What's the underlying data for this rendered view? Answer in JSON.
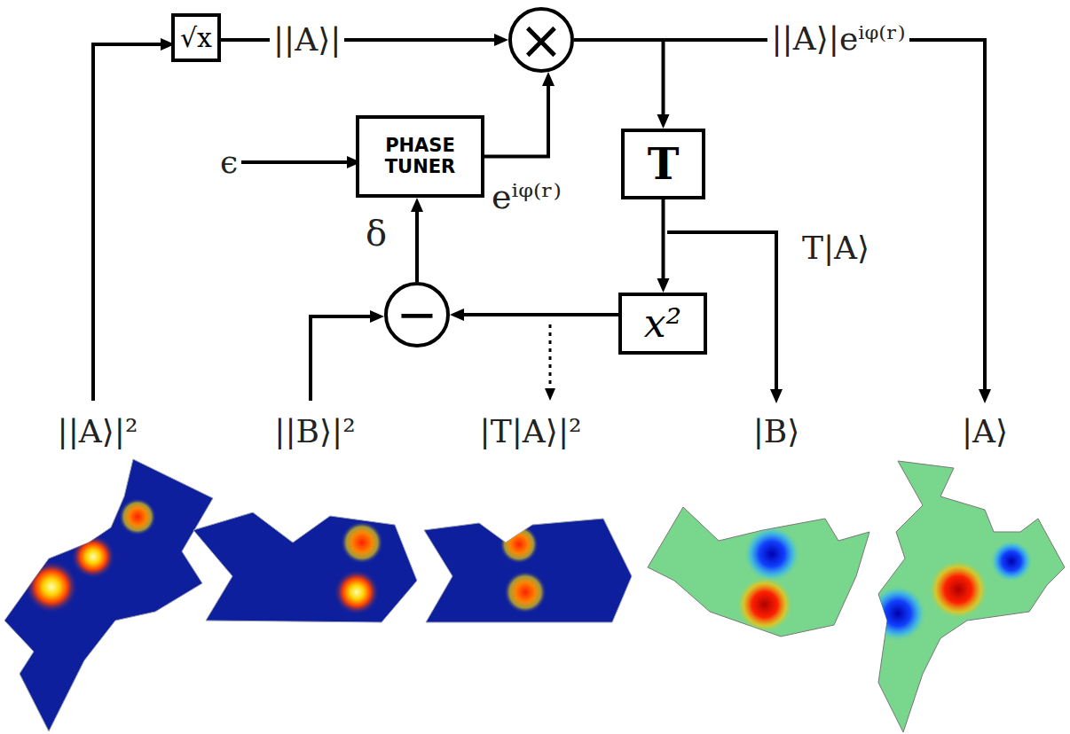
{
  "diagram": {
    "nodes": [
      {
        "text": [
          "√x"
        ]
      },
      {
        "text": [
          "×"
        ]
      },
      {
        "text": [
          "PHASE TUNER"
        ]
      },
      {
        "text": [
          "T"
        ]
      },
      {
        "text": [
          "−"
        ]
      },
      {
        "text": [
          "x²"
        ]
      }
    ],
    "edges": [
      {
        "from": 0,
        "to": 1,
        "arrow": "to",
        "label": "||A⟩|"
      },
      {
        "from": 2,
        "to": 1,
        "arrow": "to",
        "label": "eⁱᵠ⁽ʳ⁾"
      },
      {
        "from": 1,
        "to": 3,
        "arrow": "to"
      },
      {
        "from": 3,
        "to": 5,
        "arrow": "to"
      },
      {
        "from": 5,
        "to": 4,
        "arrow": "to"
      },
      {
        "from": 4,
        "to": 2,
        "arrow": "to",
        "label": "δ"
      }
    ],
    "labels": [
      "ϵ",
      "||A⟩|eⁱᵠ⁽ʳ⁾",
      "T|A⟩",
      "||A⟩|²",
      "||B⟩|²",
      "|T|A⟩|²",
      "|B⟩",
      "|A⟩"
    ]
  }
}
